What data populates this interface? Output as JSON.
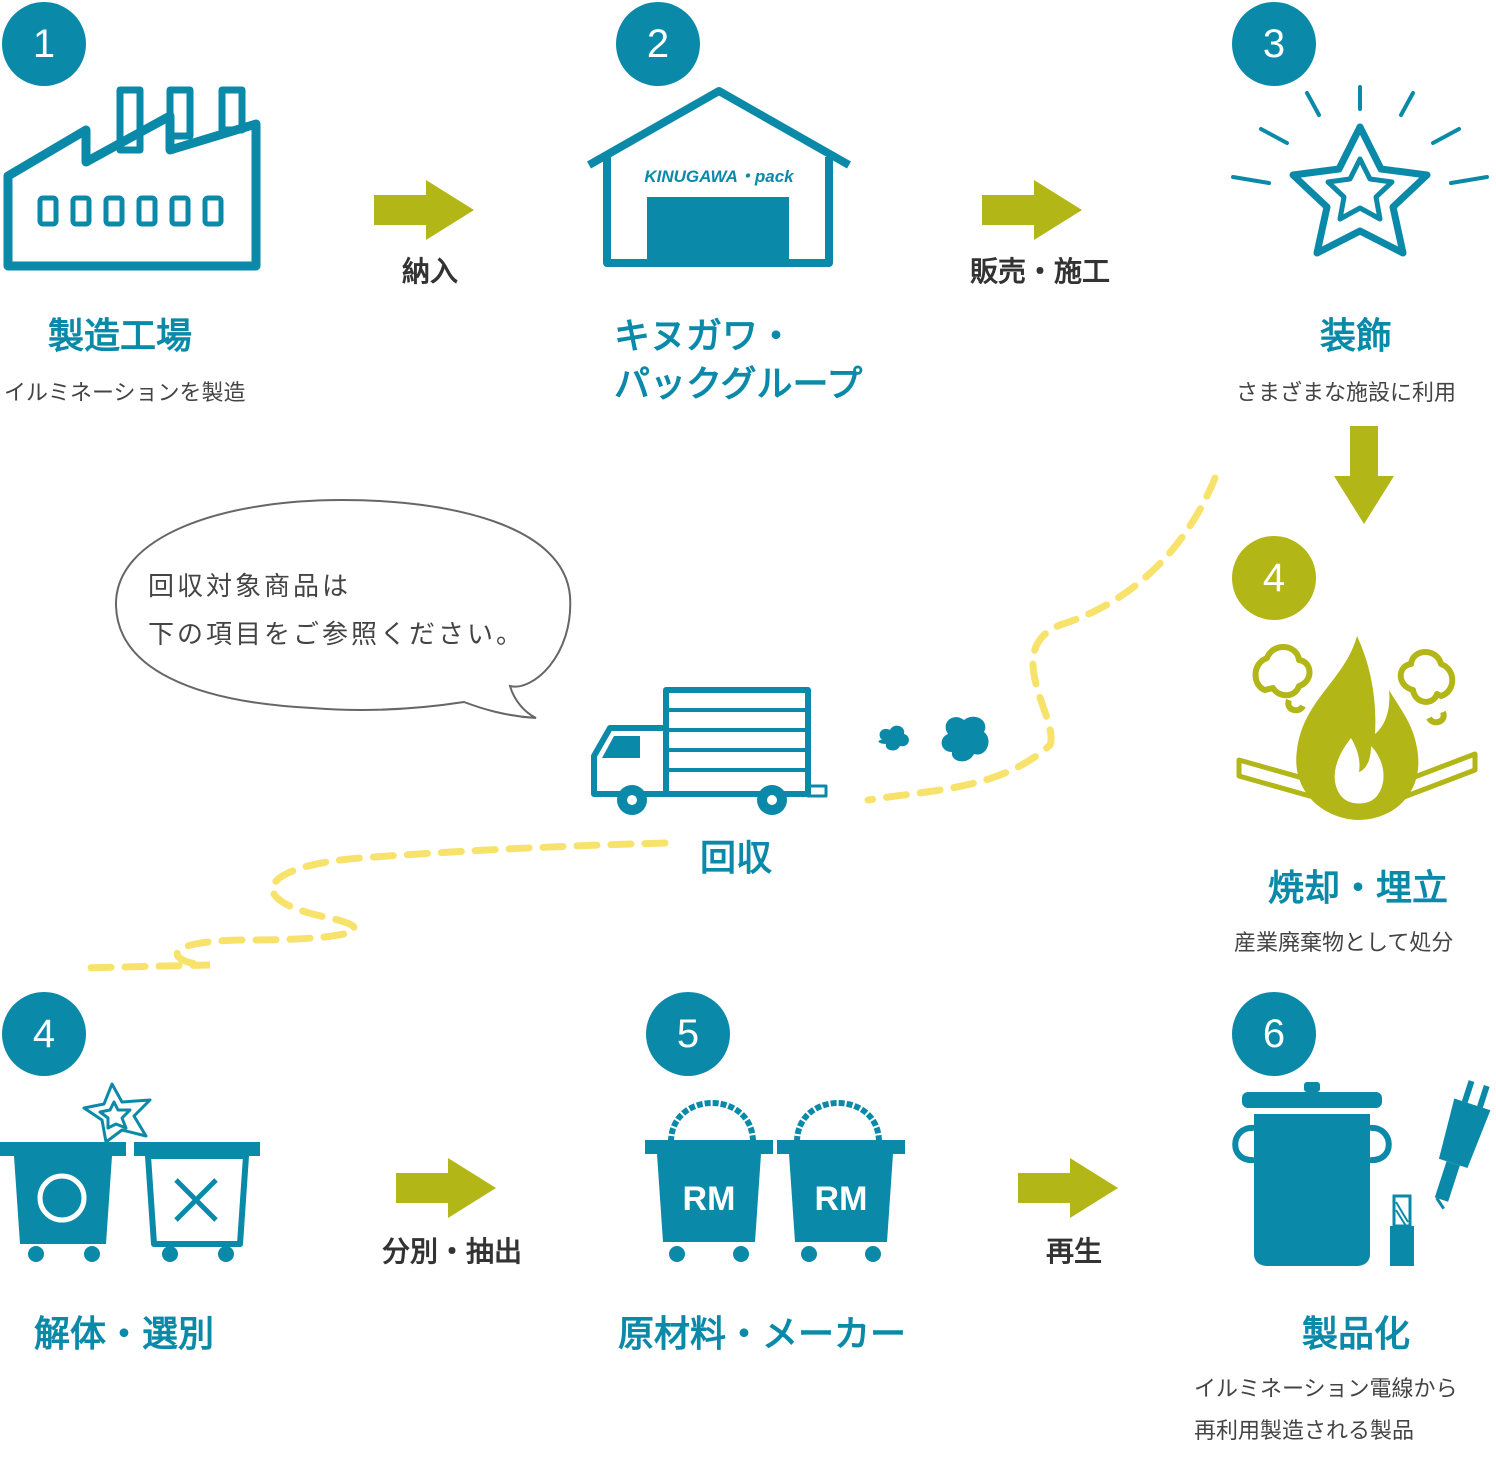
{
  "steps": {
    "s1": {
      "number": "1",
      "title": "製造工場",
      "subtitle": "イルミネーションを製造"
    },
    "s2": {
      "number": "2",
      "title_line1": "キヌガワ・",
      "title_line2": "パックグループ",
      "logo_text": "KINUGAWA・pack"
    },
    "s3": {
      "number": "3",
      "title": "装飾",
      "subtitle": "さまざまな施設に利用"
    },
    "s4_top": {
      "number": "4",
      "title": "焼却・埋立",
      "subtitle": "産業廃棄物として処分"
    },
    "s4_bottom": {
      "number": "4",
      "title": "解体・選別"
    },
    "s5": {
      "number": "5",
      "title": "原材料・メーカー",
      "bin_label": "RM"
    },
    "s6": {
      "number": "6",
      "title": "製品化",
      "subtitle_line1": "イルミネーション電線から",
      "subtitle_line2": "再利用製造される製品"
    }
  },
  "arrows": {
    "a1": "納入",
    "a2": "販売・施工",
    "a4": "分別・抽出",
    "a5": "再生"
  },
  "collection": {
    "label": "回収"
  },
  "bubble": {
    "line1": "回収対象商品は",
    "line2": "下の項目をご参照ください。"
  },
  "colors": {
    "teal": "#0a8aa8",
    "olive": "#b2b617",
    "dash_yellow": "#f7e36b"
  }
}
